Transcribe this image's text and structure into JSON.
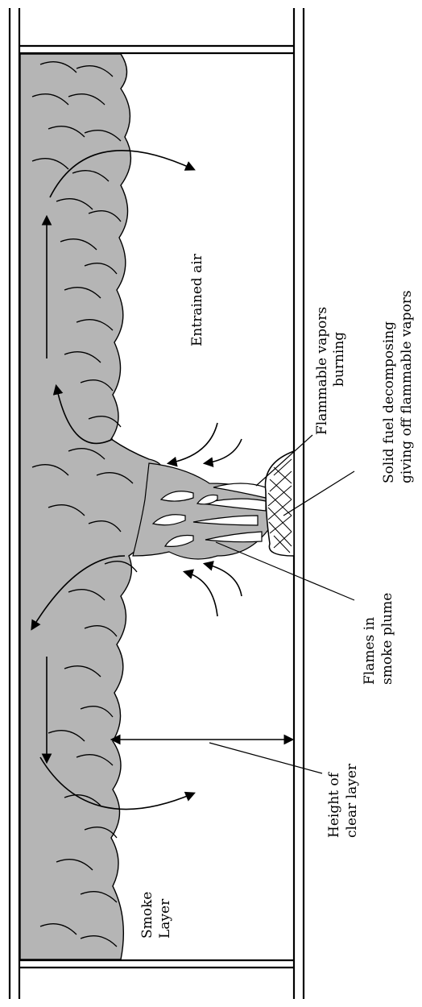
{
  "labels": {
    "entrained_air": "Entrained air",
    "flammable_vapors_1": "Flammable vapors",
    "flammable_vapors_2": "burning",
    "solid_fuel_1": "Solid fuel decomposing",
    "solid_fuel_2": "giving off flammable vapors",
    "flames_1": "Flames in",
    "flames_2": "smoke plume",
    "height_1": "Height of",
    "height_2": "clear layer",
    "smoke_1": "Smoke",
    "smoke_2": "Layer"
  },
  "colors": {
    "smoke": "#b5b5b5",
    "line": "#000000",
    "background": "#ffffff"
  }
}
